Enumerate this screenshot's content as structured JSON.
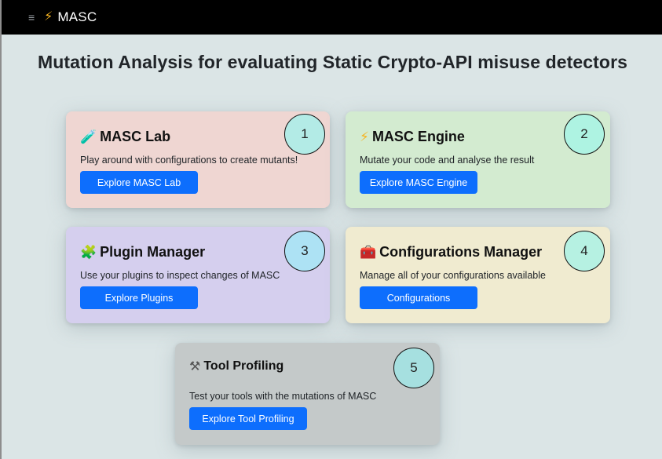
{
  "navbar": {
    "menu_icon": "≡",
    "brand_icon": "⚡",
    "brand": "MASC"
  },
  "header": {
    "title_parts": [
      {
        "text": "M",
        "bold": true
      },
      {
        "text": "utation ",
        "bold": false
      },
      {
        "text": "A",
        "bold": true
      },
      {
        "text": "nalysis for evaluating ",
        "bold": false
      },
      {
        "text": "S",
        "bold": true
      },
      {
        "text": "tatic ",
        "bold": false
      },
      {
        "text": "C",
        "bold": true
      },
      {
        "text": "rypto-API misuse detectors",
        "bold": false
      }
    ],
    "title": "Mutation Analysis for evaluating Static Crypto-API misuse detectors"
  },
  "cards": [
    {
      "icon": "🧪",
      "icon_name": "test-tube-icon",
      "title": "MASC Lab",
      "description": "Play around with configurations to create mutants!",
      "button": "Explore MASC Lab",
      "badge": "1",
      "color": "#efd6d2",
      "badge_color": "#b3ebe6"
    },
    {
      "icon": "⚡",
      "icon_name": "lightning-icon",
      "title": "MASC Engine",
      "description": "Mutate your code and analyse the result",
      "button": "Explore MASC Engine",
      "badge": "2",
      "color": "#d3ebd0",
      "badge_color": "#aef3e2"
    },
    {
      "icon": "🧩",
      "icon_name": "puzzle-piece-icon",
      "title": "Plugin Manager",
      "description": "Use your plugins to inspect changes of MASC",
      "button": "Explore Plugins",
      "badge": "3",
      "color": "#d5cfee",
      "badge_color": "#ade2f4"
    },
    {
      "icon": "🧰",
      "icon_name": "toolbox-icon",
      "title": "Configurations Manager",
      "description": "Manage all of your configurations available",
      "button": "Configurations",
      "badge": "4",
      "color": "#f0ebd0",
      "badge_color": "#b6f1e2"
    },
    {
      "icon": "⚒",
      "icon_name": "hammer-wrench-icon",
      "title": "Tool Profiling",
      "description": "Test your tools with the mutations of MASC",
      "button": "Explore Tool Profiling",
      "badge": "5",
      "color": "#c4c9c9",
      "badge_color": "#a6e0e0"
    }
  ],
  "colors": {
    "navbar_bg": "#000000",
    "page_bg": "#dbe5e6",
    "button_bg": "#0d6efd",
    "button_text": "#ffffff",
    "bolt": "#f5b321"
  }
}
